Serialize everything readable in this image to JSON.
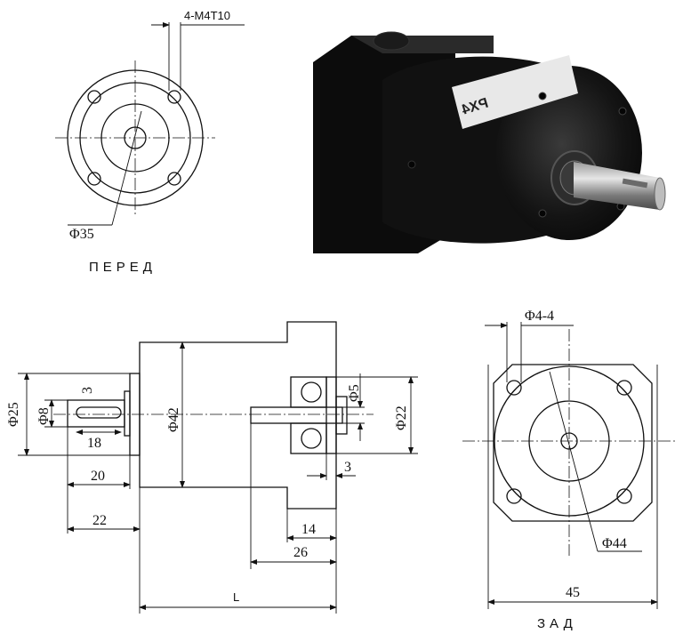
{
  "front_view": {
    "caption": "ПЕРЕД",
    "holes_label": "4-M4T10",
    "diameter_label": "Φ35"
  },
  "side_view": {
    "dim_shaft_outer": "Φ25",
    "dim_shaft": "Φ8",
    "dim_key_width": "3",
    "dim_key_length": "18",
    "dim_shaft_length": "20",
    "dim_shaft_total": "22",
    "dim_body": "Φ42",
    "dim_rear_shaft": "Φ5",
    "dim_bearing": "Φ22",
    "dim_step": "3",
    "dim_flange": "14",
    "dim_rear": "26",
    "dim_total": "L"
  },
  "rear_view": {
    "caption": "ЗАД",
    "holes_label": "Φ4-4",
    "diameter_label": "Φ44",
    "width_label": "45"
  },
  "photo": {
    "label_text": "PX4"
  }
}
